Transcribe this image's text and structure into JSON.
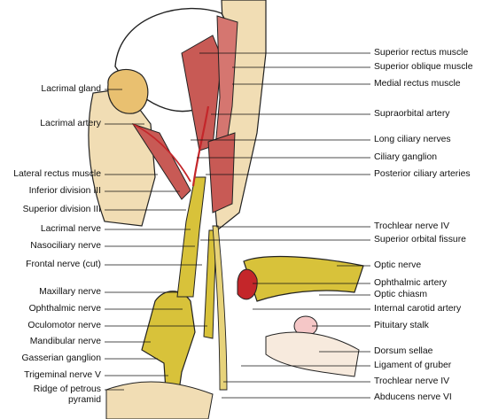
{
  "labels_left": [
    "Lacrimal gland",
    "Lacrimal artery",
    "Lateral rectus muscle",
    "Inferior division III",
    "Superior division III",
    "Lacrimal nerve",
    "Nasociliary nerve",
    "Frontal nerve (cut)",
    "Maxillary nerve",
    "Ophthalmic nerve",
    "Oculomotor nerve",
    "Mandibular nerve",
    "Gasserian ganglion",
    "Trigeminal nerve V",
    "Ridge of petrous pyramid"
  ],
  "labels_right": [
    "Superior rectus muscle",
    "Superior oblique muscle",
    "Medial rectus muscle",
    "Supraorbital artery",
    "Long ciliary nerves",
    "Ciliary ganglion",
    "Posterior ciliary arteries",
    "Trochlear nerve IV",
    "Superior orbital fissure",
    "Optic nerve",
    "Ophthalmic artery",
    "Optic chiasm",
    "Internal carotid artery",
    "Pituitary stalk",
    "Dorsum sellae",
    "Ligament of gruber",
    "Trochlear nerve IV",
    "Abducens nerve VI"
  ],
  "colors": {
    "bone": "#f1ddb4",
    "nerve": "#d8c23a",
    "muscle": "#c85a55",
    "artery": "#c4262a",
    "gland": "#e9c070",
    "outline": "#222222"
  }
}
